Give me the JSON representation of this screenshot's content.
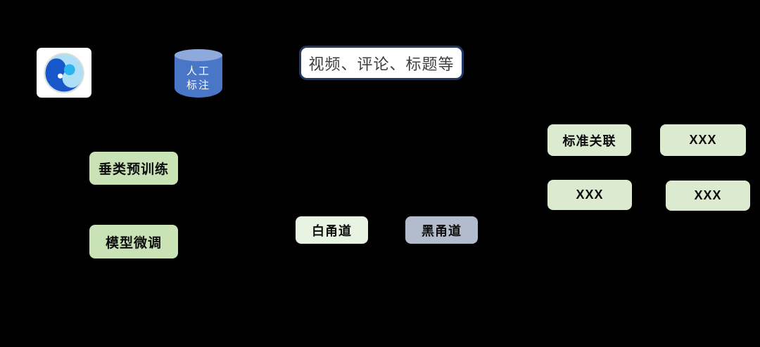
{
  "diagram": {
    "background_color": "#000000",
    "logo": {
      "name": "blue-swirl-globe-logo",
      "tile_color": "#ffffff",
      "rim_color": "#dcdcdc",
      "pale_blue": "#aedff7",
      "dark_blue": "#1757c9",
      "cyan": "#2ab5f0",
      "highlight": "#ffffff"
    },
    "cylinder": {
      "line1": "人工",
      "line2": "标注",
      "body_color": "#4a76c7",
      "cap_color": "#8ea9db"
    },
    "source_box": {
      "label": "视频、评论、标题等",
      "bg": "#ffffff",
      "border_color": "#1f3864",
      "text_color": "#3f3f3f"
    },
    "process_boxes": [
      {
        "id": "vertical-pretraining",
        "label": "垂类预训练",
        "bg": "#c9e3b7"
      },
      {
        "id": "model-finetuning",
        "label": "模型微调",
        "bg": "#c9e3b7"
      }
    ],
    "channel_boxes": [
      {
        "id": "white-channel",
        "label": "白甬道",
        "bg": "#e9f3e1"
      },
      {
        "id": "black-channel",
        "label": "黑甬道",
        "bg": "#b3bccd"
      }
    ],
    "result_boxes": [
      {
        "id": "standard-association",
        "label": "标准关联",
        "bg": "#dcebcf"
      },
      {
        "id": "xxx-top-right",
        "label": "XXX",
        "bg": "#dcebcf"
      },
      {
        "id": "xxx-bottom-left",
        "label": "XXX",
        "bg": "#dcebcf"
      },
      {
        "id": "xxx-bottom-right",
        "label": "XXX",
        "bg": "#dcebcf"
      }
    ]
  }
}
